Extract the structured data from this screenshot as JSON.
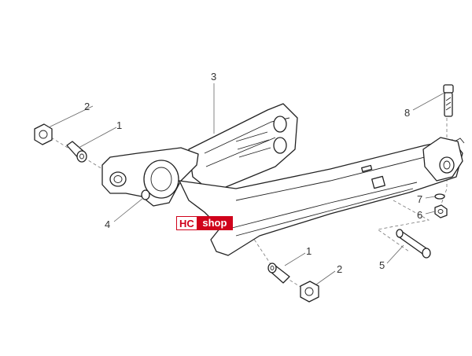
{
  "callouts": {
    "c1_top": "1",
    "c1_bottom": "1",
    "c2_top": "2",
    "c2_bottom": "2",
    "c3": "3",
    "c4": "4",
    "c5": "5",
    "c6": "6",
    "c7": "7",
    "c8": "8"
  },
  "watermark": {
    "hc": "HC",
    "shop": "shop",
    "hc_color": "#d0021b",
    "shop_bg": "#d0021b"
  }
}
